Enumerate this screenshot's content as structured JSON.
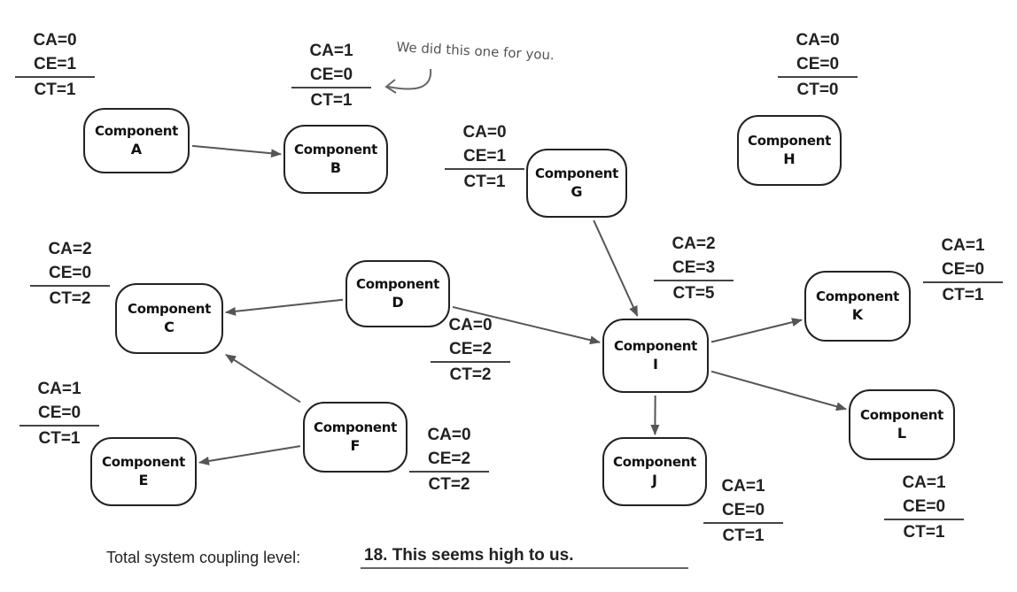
{
  "components": [
    {
      "id": "A",
      "word": "Component",
      "letter": "A",
      "ca": "CA=0",
      "ce": "CE=1",
      "ct": "CT=1"
    },
    {
      "id": "B",
      "word": "Component",
      "letter": "B",
      "ca": "CA=1",
      "ce": "CE=0",
      "ct": "CT=1"
    },
    {
      "id": "C",
      "word": "Component",
      "letter": "C",
      "ca": "CA=2",
      "ce": "CE=0",
      "ct": "CT=2"
    },
    {
      "id": "D",
      "word": "Component",
      "letter": "D",
      "ca": "CA=0",
      "ce": "CE=2",
      "ct": "CT=2"
    },
    {
      "id": "E",
      "word": "Component",
      "letter": "E",
      "ca": "CA=1",
      "ce": "CE=0",
      "ct": "CT=1"
    },
    {
      "id": "F",
      "word": "Component",
      "letter": "F",
      "ca": "CA=0",
      "ce": "CE=2",
      "ct": "CT=2"
    },
    {
      "id": "G",
      "word": "Component",
      "letter": "G",
      "ca": "CA=0",
      "ce": "CE=1",
      "ct": "CT=1"
    },
    {
      "id": "H",
      "word": "Component",
      "letter": "H",
      "ca": "CA=0",
      "ce": "CE=0",
      "ct": "CT=0"
    },
    {
      "id": "I",
      "word": "Component",
      "letter": "I",
      "ca": "CA=2",
      "ce": "CE=3",
      "ct": "CT=5"
    },
    {
      "id": "J",
      "word": "Component",
      "letter": "J",
      "ca": "CA=1",
      "ce": "CE=0",
      "ct": "CT=1"
    },
    {
      "id": "K",
      "word": "Component",
      "letter": "K",
      "ca": "CA=1",
      "ce": "CE=0",
      "ct": "CT=1"
    },
    {
      "id": "L",
      "word": "Component",
      "letter": "L",
      "ca": "CA=1",
      "ce": "CE=0",
      "ct": "CT=1"
    }
  ],
  "dependencies": [
    {
      "from": "A",
      "to": "B"
    },
    {
      "from": "D",
      "to": "C"
    },
    {
      "from": "D",
      "to": "I"
    },
    {
      "from": "F",
      "to": "C"
    },
    {
      "from": "F",
      "to": "E"
    },
    {
      "from": "G",
      "to": "I"
    },
    {
      "from": "I",
      "to": "J"
    },
    {
      "from": "I",
      "to": "K"
    },
    {
      "from": "I",
      "to": "L"
    }
  ],
  "annotation": {
    "text": "We did this one for you."
  },
  "total": {
    "label": "Total system coupling level:",
    "answer": "18. This seems high to us."
  }
}
